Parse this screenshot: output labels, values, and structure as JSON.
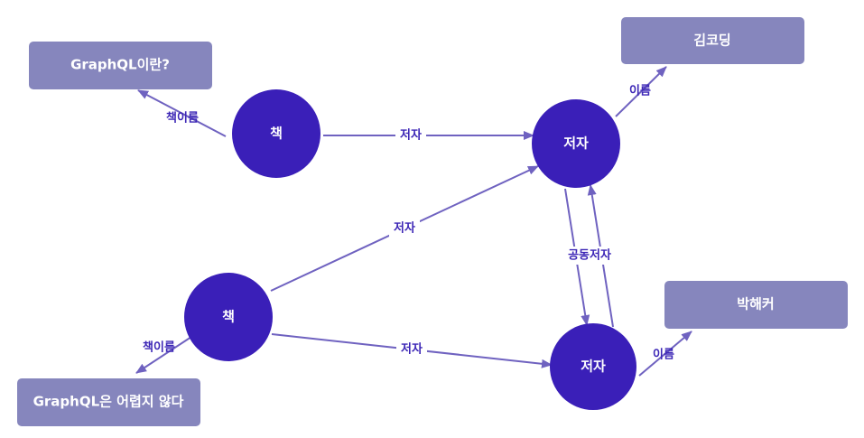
{
  "colors": {
    "circle": "#3a1fb8",
    "box": "#8686bd",
    "edge": "#6f62c0",
    "edge_label": "#3c26b6"
  },
  "nodes": [
    {
      "id": "book1",
      "shape": "circle",
      "label": "책"
    },
    {
      "id": "book2",
      "shape": "circle",
      "label": "책"
    },
    {
      "id": "author1",
      "shape": "circle",
      "label": "저자"
    },
    {
      "id": "author2",
      "shape": "circle",
      "label": "저자"
    },
    {
      "id": "title1",
      "shape": "box",
      "label": "GraphQL이란?"
    },
    {
      "id": "title2",
      "shape": "box",
      "label": "GraphQL은 어렵지 않다"
    },
    {
      "id": "name1",
      "shape": "box",
      "label": "김코딩"
    },
    {
      "id": "name2",
      "shape": "box",
      "label": "박해커"
    }
  ],
  "edges": [
    {
      "id": "e-book1-title1",
      "from": "book1",
      "to": "title1",
      "label": "책이름"
    },
    {
      "id": "e-book1-author1",
      "from": "book1",
      "to": "author1",
      "label": "저자"
    },
    {
      "id": "e-book2-author1",
      "from": "book2",
      "to": "author1",
      "label": "저자"
    },
    {
      "id": "e-book2-author2",
      "from": "book2",
      "to": "author2",
      "label": "저자"
    },
    {
      "id": "e-book2-title2",
      "from": "book2",
      "to": "title2",
      "label": "책이름"
    },
    {
      "id": "e-author1-name1",
      "from": "author1",
      "to": "name1",
      "label": "이름"
    },
    {
      "id": "e-author2-name2",
      "from": "author2",
      "to": "name2",
      "label": "이름"
    },
    {
      "id": "e-author1-author2",
      "from": "author1",
      "to": "author2",
      "label": "공동저자"
    },
    {
      "id": "e-author2-author1",
      "from": "author2",
      "to": "author1",
      "label": ""
    }
  ]
}
